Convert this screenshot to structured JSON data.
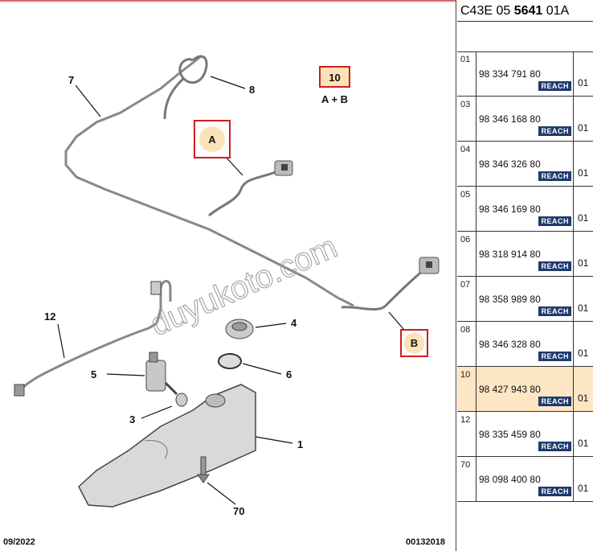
{
  "panel": {
    "title_prefix": "C43E 05 ",
    "title_bold": "5641",
    "title_suffix": " 01A"
  },
  "rows": [
    {
      "ref": "01",
      "part": "98 334 791 80",
      "badge": "REACH",
      "qty": "01"
    },
    {
      "ref": "03",
      "part": "98 346 168 80",
      "badge": "REACH",
      "qty": "01"
    },
    {
      "ref": "04",
      "part": "98 346 326 80",
      "badge": "REACH",
      "qty": "01"
    },
    {
      "ref": "05",
      "part": "98 346 169 80",
      "badge": "REACH",
      "qty": "01"
    },
    {
      "ref": "06",
      "part": "98 318 914 80",
      "badge": "REACH",
      "qty": "01"
    },
    {
      "ref": "07",
      "part": "98 358 989 80",
      "badge": "REACH",
      "qty": "01"
    },
    {
      "ref": "08",
      "part": "98 346 328 80",
      "badge": "REACH",
      "qty": "01"
    },
    {
      "ref": "10",
      "part": "98 427 943 80",
      "badge": "REACH",
      "qty": "01",
      "highlighted": true
    },
    {
      "ref": "12",
      "part": "98 335 459 80",
      "badge": "REACH",
      "qty": "01"
    },
    {
      "ref": "70",
      "part": "98 098 400 80",
      "badge": "REACH",
      "qty": "01"
    }
  ],
  "diagram": {
    "callouts": {
      "c1": "1",
      "c3": "3",
      "c4": "4",
      "c5": "5",
      "c6": "6",
      "c7": "7",
      "c8": "8",
      "c10": "10",
      "c10_sub": "A + B",
      "c12": "12",
      "c70": "70",
      "cA": "A",
      "cB": "B"
    },
    "watermark": "duyukoto.com",
    "footer_date": "09/2022",
    "footer_code": "00132018"
  },
  "colors": {
    "highlight_row": "#fde6c4",
    "callout_box": "#cc1f1f",
    "callout_fill": "#fbe3b8",
    "reach_badge": "#1f3a6e"
  }
}
